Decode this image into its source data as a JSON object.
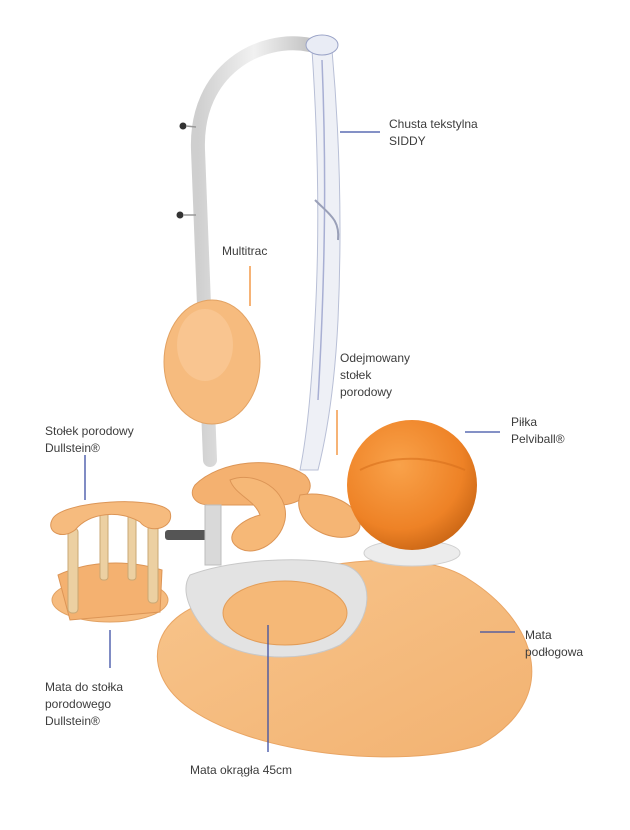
{
  "colors": {
    "accent_line_orange": "#f08a2c",
    "accent_line_blue": "#3b4fa3",
    "frame_gray": "#dcdcdc",
    "pad_orange": "#f6bb7e",
    "ball_orange": "#f28a2a",
    "wood": "#e9c79a",
    "text": "#3c3c3c"
  },
  "labels": {
    "chusta": {
      "line1": "Chusta tekstylna",
      "line2": "SIDDY"
    },
    "multitrac": {
      "line1": "Multitrac"
    },
    "odejmowany": {
      "line1": "Odejmowany",
      "line2": "stołek",
      "line3": "porodowy"
    },
    "pilka": {
      "line1": "Piłka",
      "line2": "Pelviball®"
    },
    "stolek": {
      "line1": "Stołek porodowy",
      "line2": "Dullstein®"
    },
    "mata_podlogowa": {
      "line1": "Mata",
      "line2": "podłogowa"
    },
    "mata_stolka": {
      "line1": "Mata do stołka",
      "line2": "porodowego",
      "line3": "Dullstein®"
    },
    "mata_okragla": {
      "line1": "Mata okrągła 45cm"
    }
  }
}
